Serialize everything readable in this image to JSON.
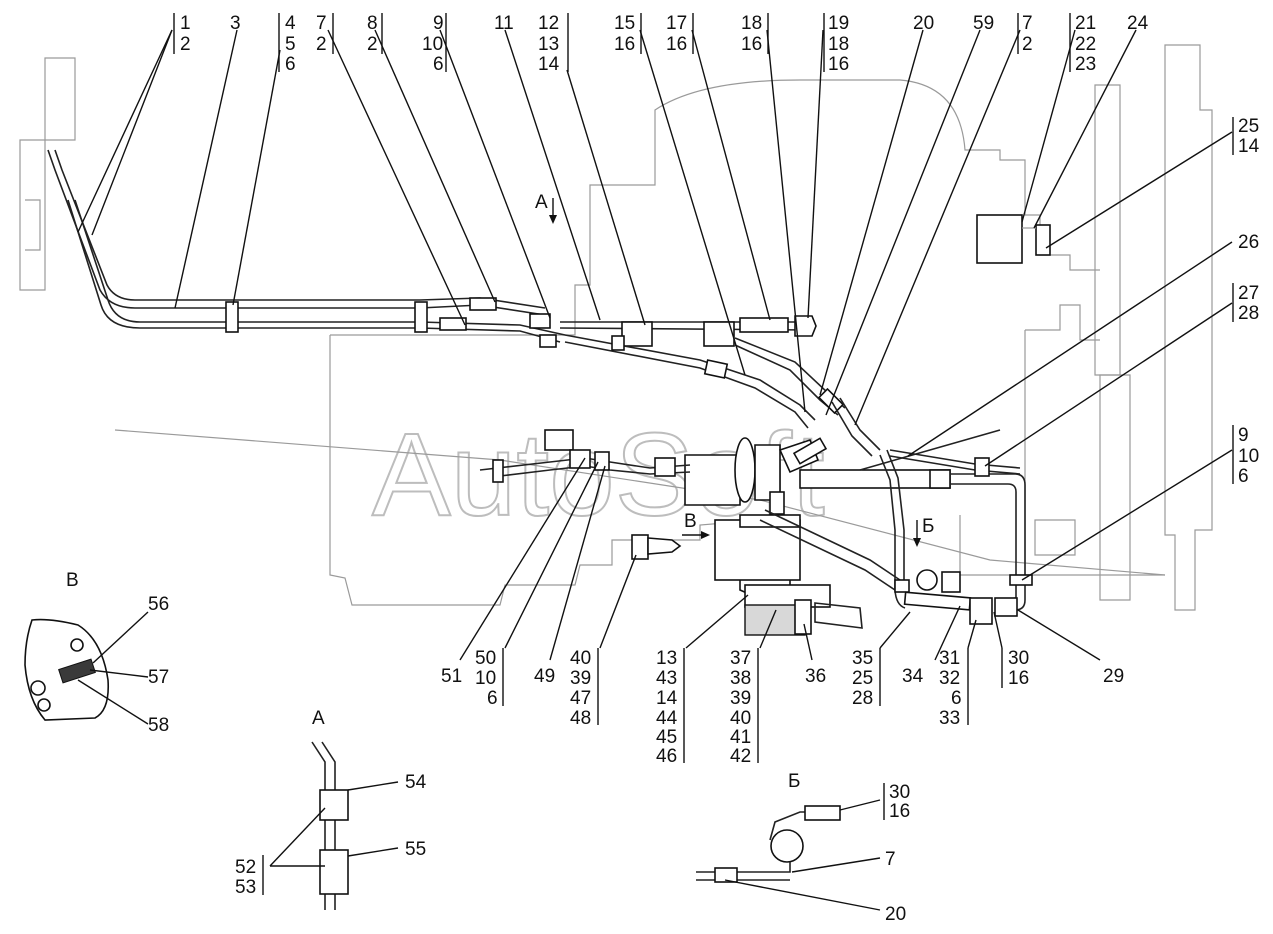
{
  "watermark": "AutoSoft",
  "callouts": {
    "c1": [
      "1",
      "2"
    ],
    "c3": [
      "3"
    ],
    "c4": [
      "4",
      "5",
      "6"
    ],
    "c7": [
      "7",
      "2"
    ],
    "c8": [
      "8",
      "2"
    ],
    "c9": [
      "9",
      "10",
      "6"
    ],
    "c11": [
      "11"
    ],
    "c12": [
      "12",
      "13",
      "14"
    ],
    "c15": [
      "15",
      "16"
    ],
    "c17": [
      "17",
      "16"
    ],
    "c18": [
      "18",
      "16"
    ],
    "c19": [
      "19",
      "18",
      "16"
    ],
    "c20": [
      "20"
    ],
    "c59": [
      "59"
    ],
    "c7b": [
      "7",
      "2"
    ],
    "c21": [
      "21",
      "22",
      "23"
    ],
    "c24": [
      "24"
    ],
    "c25": [
      "25",
      "14"
    ],
    "c26": [
      "26"
    ],
    "c27": [
      "27",
      "28"
    ],
    "c9b": [
      "9",
      "10",
      "6"
    ],
    "c29": [
      "29"
    ],
    "c30": [
      "30",
      "16"
    ],
    "c31": [
      "31",
      "32",
      "6",
      "33"
    ],
    "c34": [
      "34"
    ],
    "c35": [
      "35",
      "25",
      "28"
    ],
    "c36": [
      "36"
    ],
    "c37": [
      "37",
      "38",
      "39",
      "40",
      "41",
      "42"
    ],
    "c13": [
      "13",
      "43",
      "14",
      "44",
      "45",
      "46"
    ],
    "c40": [
      "40",
      "39",
      "47",
      "48"
    ],
    "c49": [
      "49"
    ],
    "c50": [
      "50",
      "10",
      "6"
    ],
    "c51": [
      "51"
    ],
    "c56": [
      "56"
    ],
    "c57": [
      "57"
    ],
    "c58": [
      "58"
    ],
    "c54": [
      "54"
    ],
    "c55": [
      "55"
    ],
    "c52": [
      "52",
      "53"
    ],
    "c30b": [
      "30",
      "16"
    ],
    "c7c": [
      "7"
    ],
    "c20b": [
      "20"
    ]
  },
  "view_labels": {
    "A_arrow": "А",
    "B_arrow": "Б",
    "V_arrow": "В",
    "A_view": "А",
    "B_view": "Б",
    "V_view": "В"
  }
}
